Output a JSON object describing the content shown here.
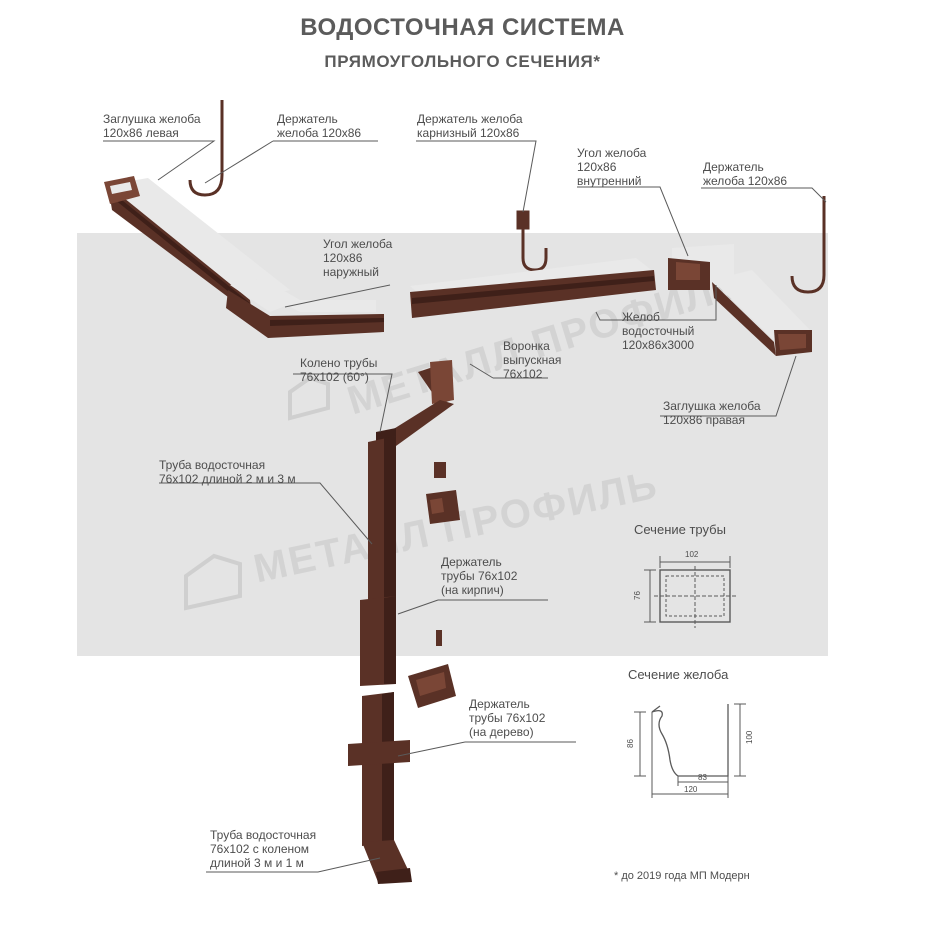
{
  "header": {
    "title": "ВОДОСТОЧНАЯ СИСТЕМА",
    "subtitle": "ПРЯМОУГОЛЬНОГО СЕЧЕНИЯ*"
  },
  "labels": {
    "cap_left": [
      "Заглушка желоба",
      "120х86 левая"
    ],
    "holder_1": [
      "Держатель",
      "желоба 120х86"
    ],
    "holder_eave": [
      "Держатель желоба",
      "карнизный 120х86"
    ],
    "corner_inner": [
      "Угол желоба",
      "120х86",
      "внутренний"
    ],
    "holder_2": [
      "Держатель",
      "желоба 120х86"
    ],
    "corner_outer": [
      "Угол желоба",
      "120х86",
      "наружный"
    ],
    "gutter": [
      "Желоб",
      "водосточный",
      "120х86х3000"
    ],
    "elbow": [
      "Колено трубы",
      "76х102 (60°)"
    ],
    "funnel": [
      "Воронка",
      "выпускная",
      "76х102"
    ],
    "cap_right": [
      "Заглушка желоба",
      "120х86 правая"
    ],
    "pipe": [
      "Труба водосточная",
      "76х102 длиной 2 м и 3 м"
    ],
    "pipe_holder_brick": [
      "Держатель",
      "трубы 76х102",
      "(на кирпич)"
    ],
    "pipe_holder_wood": [
      "Держатель",
      "трубы 76х102",
      "(на дерево)"
    ],
    "pipe_elbow": [
      "Труба водосточная",
      "76х102 с коленом",
      "длиной 3 м и 1 м"
    ]
  },
  "sections": {
    "pipe_title": "Сечение трубы",
    "pipe_width": "102",
    "pipe_height": "76",
    "gutter_title": "Сечение желоба",
    "gutter_height_inner": "86",
    "gutter_height_outer": "100",
    "gutter_bottom": "83",
    "gutter_width": "120"
  },
  "watermark": "МЕТАЛЛ ПРОФИЛЬ",
  "footnote": "* до 2019 года МП Модерн",
  "colors": {
    "brown": "#5a3126",
    "brown_dark": "#3f2019",
    "brown_light": "#7a4636",
    "inner": "#e9e9e9",
    "panel": "#e4e4e4",
    "line": "#5a5a5a"
  }
}
